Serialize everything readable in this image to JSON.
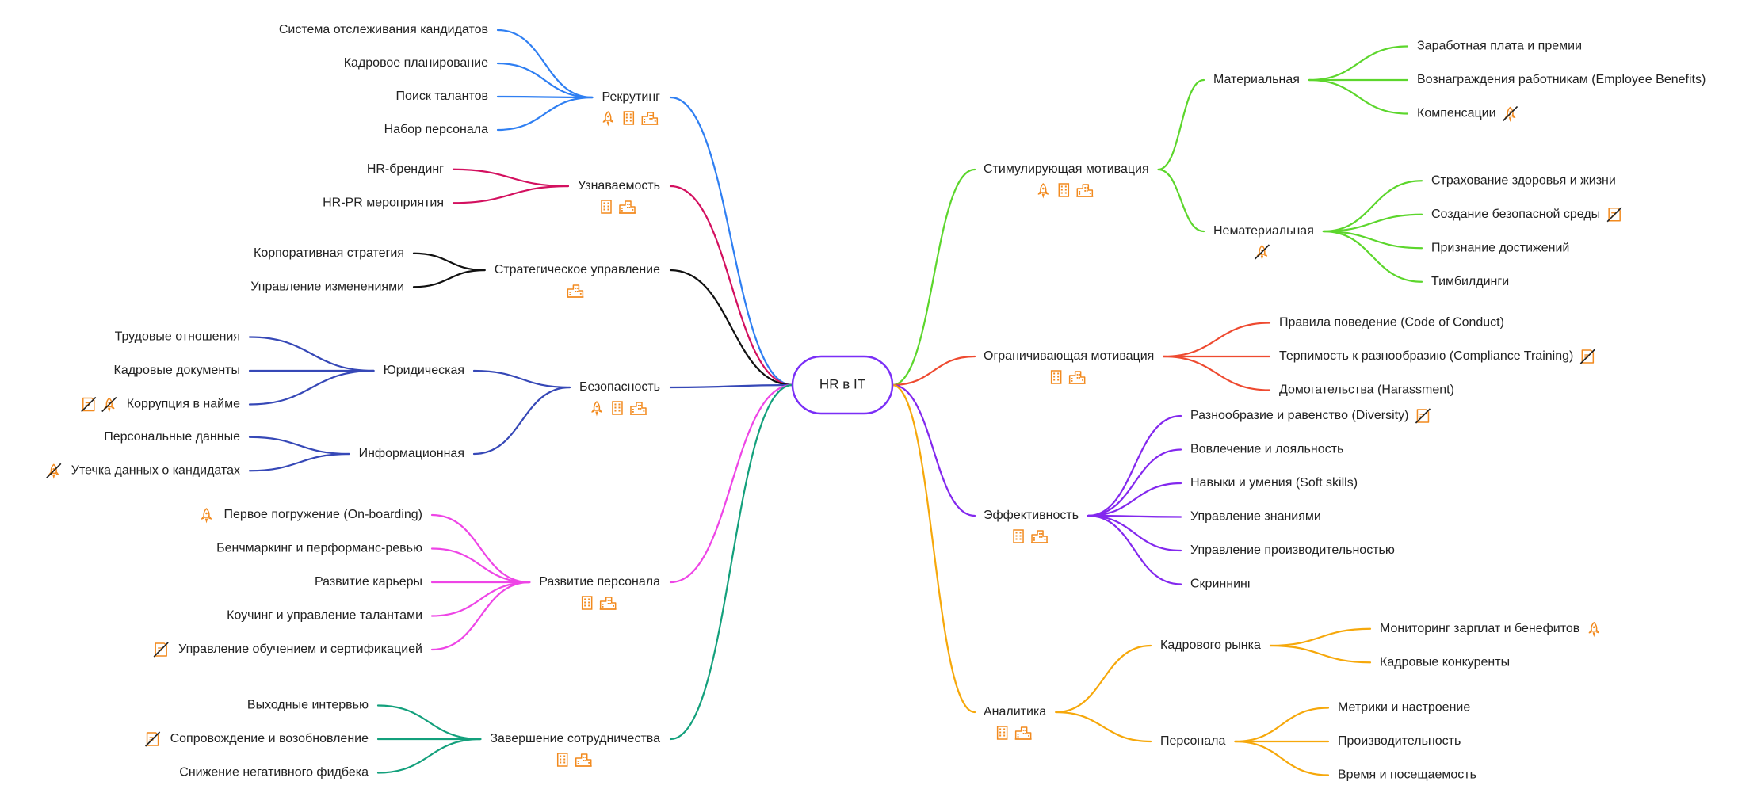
{
  "center": {
    "label": "HR в IT",
    "color": "#7B2FF7"
  },
  "icon_color": "#F28A1E",
  "left": [
    {
      "label": "Рекрутинг",
      "color": "#2F7FF2",
      "icons": [
        "rocket-icon",
        "office-building-icon",
        "buildings-icon"
      ],
      "children": [
        {
          "label": "Система отслеживания кандидатов"
        },
        {
          "label": "Кадровое планирование"
        },
        {
          "label": "Поиск талантов"
        },
        {
          "label": "Набор персонала"
        }
      ]
    },
    {
      "label": "Узнаваемость",
      "color": "#D3105F",
      "icons": [
        "office-building-icon",
        "buildings-icon"
      ],
      "children": [
        {
          "label": "HR-брендинг"
        },
        {
          "label": "HR-PR мероприятия"
        }
      ]
    },
    {
      "label": "Стратегическое управление",
      "color": "#111111",
      "icons": [
        "buildings-icon"
      ],
      "children": [
        {
          "label": "Корпоративная стратегия"
        },
        {
          "label": "Управление изменениями"
        }
      ]
    },
    {
      "label": "Безопасность",
      "color": "#3648B7",
      "icons": [
        "rocket-icon",
        "office-building-icon",
        "buildings-icon"
      ],
      "children": [
        {
          "label": "Юридическая",
          "children": [
            {
              "label": "Трудовые отношения"
            },
            {
              "label": "Кадровые документы"
            },
            {
              "label": "Коррупция в найме",
              "icons": [
                "document-slash-icon",
                "rocket-slash-icon"
              ]
            }
          ]
        },
        {
          "label": "Информационная",
          "children": [
            {
              "label": "Персональные данные"
            },
            {
              "label": "Утечка данных о кандидатах",
              "icons": [
                "rocket-slash-icon"
              ]
            }
          ]
        }
      ]
    },
    {
      "label": "Развитие персонала",
      "color": "#EE45E6",
      "icons": [
        "office-building-icon",
        "buildings-icon"
      ],
      "children": [
        {
          "label": "Первое погружение (On-boarding)",
          "icons": [
            "rocket-icon"
          ]
        },
        {
          "label": "Бенчмаркинг и перформанс-ревью"
        },
        {
          "label": "Развитие карьеры"
        },
        {
          "label": "Коучинг и управление талантами"
        },
        {
          "label": "Управление обучением и сертификацией",
          "icons": [
            "document-slash-icon"
          ]
        }
      ]
    },
    {
      "label": "Завершение сотрудничества",
      "color": "#13A07C",
      "icons": [
        "office-building-icon",
        "buildings-icon"
      ],
      "children": [
        {
          "label": "Выходные интервью"
        },
        {
          "label": "Сопровождение и возобновление",
          "icons": [
            "document-slash-icon"
          ]
        },
        {
          "label": "Снижение негативного фидбека"
        }
      ]
    }
  ],
  "right": [
    {
      "label": "Стимулирующая мотивация",
      "color": "#5CD62C",
      "icons": [
        "rocket-icon",
        "office-building-icon",
        "buildings-icon"
      ],
      "children": [
        {
          "label": "Материальная",
          "children": [
            {
              "label": "Заработная плата и премии"
            },
            {
              "label": "Вознаграждения работникам (Employee Benefits)"
            },
            {
              "label": "Компенсации",
              "icons": [
                "rocket-slash-icon"
              ]
            }
          ]
        },
        {
          "label": "Нематериальная",
          "icons": [
            "rocket-slash-icon"
          ],
          "children": [
            {
              "label": "Страхование здоровья и жизни"
            },
            {
              "label": "Создание безопасной среды",
              "icons": [
                "document-slash-icon"
              ]
            },
            {
              "label": "Признание достижений"
            },
            {
              "label": "Тимбилдинги"
            }
          ]
        }
      ]
    },
    {
      "label": "Ограничивающая мотивация",
      "color": "#EE4A30",
      "icons": [
        "office-building-icon",
        "buildings-icon"
      ],
      "children": [
        {
          "label": "Правила поведение (Code of Conduct)"
        },
        {
          "label": "Терпимость к разнообразию (Compliance Training)",
          "icons": [
            "document-slash-icon"
          ]
        },
        {
          "label": "Домогательства (Harassment)"
        }
      ]
    },
    {
      "label": "Эффективность",
      "color": "#8328EE",
      "icons": [
        "office-building-icon",
        "buildings-icon"
      ],
      "children": [
        {
          "label": "Разнообразие и равенство (Diversity)",
          "icons": [
            "document-slash-icon"
          ]
        },
        {
          "label": "Вовлечение и лояльность"
        },
        {
          "label": "Навыки и умения (Soft skills)"
        },
        {
          "label": "Управление знаниями"
        },
        {
          "label": "Управление производительностью"
        },
        {
          "label": "Скриннинг"
        }
      ]
    },
    {
      "label": "Аналитика",
      "color": "#F6A80B",
      "icons": [
        "office-building-icon",
        "buildings-icon"
      ],
      "children": [
        {
          "label": "Кадрового рынка",
          "children": [
            {
              "label": "Мониторинг зарплат и бенефитов",
              "icons": [
                "rocket-icon"
              ]
            },
            {
              "label": "Кадровые конкуренты"
            }
          ]
        },
        {
          "label": "Персонала",
          "children": [
            {
              "label": "Метрики и настроение"
            },
            {
              "label": "Производительность"
            },
            {
              "label": "Время и посещаемость"
            }
          ]
        }
      ]
    }
  ]
}
